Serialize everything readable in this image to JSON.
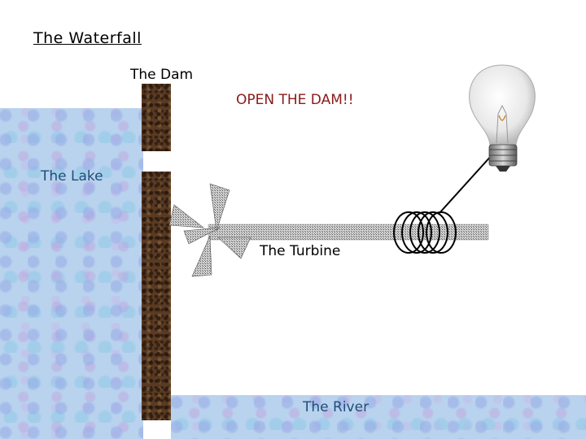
{
  "title": "The Waterfall",
  "labels": {
    "dam": "The Dam",
    "open_dam": "OPEN THE DAM!!",
    "lake": "The Lake",
    "turbine": "The Turbine",
    "river": "The River"
  },
  "colors": {
    "water": "#b9d3ee",
    "dam": "#5a3a22",
    "open_dam_text": "#8b1a1a",
    "blue_text": "#1f4e78"
  },
  "icons": [
    "turbine-blades-icon",
    "coil-icon",
    "light-bulb-icon"
  ]
}
